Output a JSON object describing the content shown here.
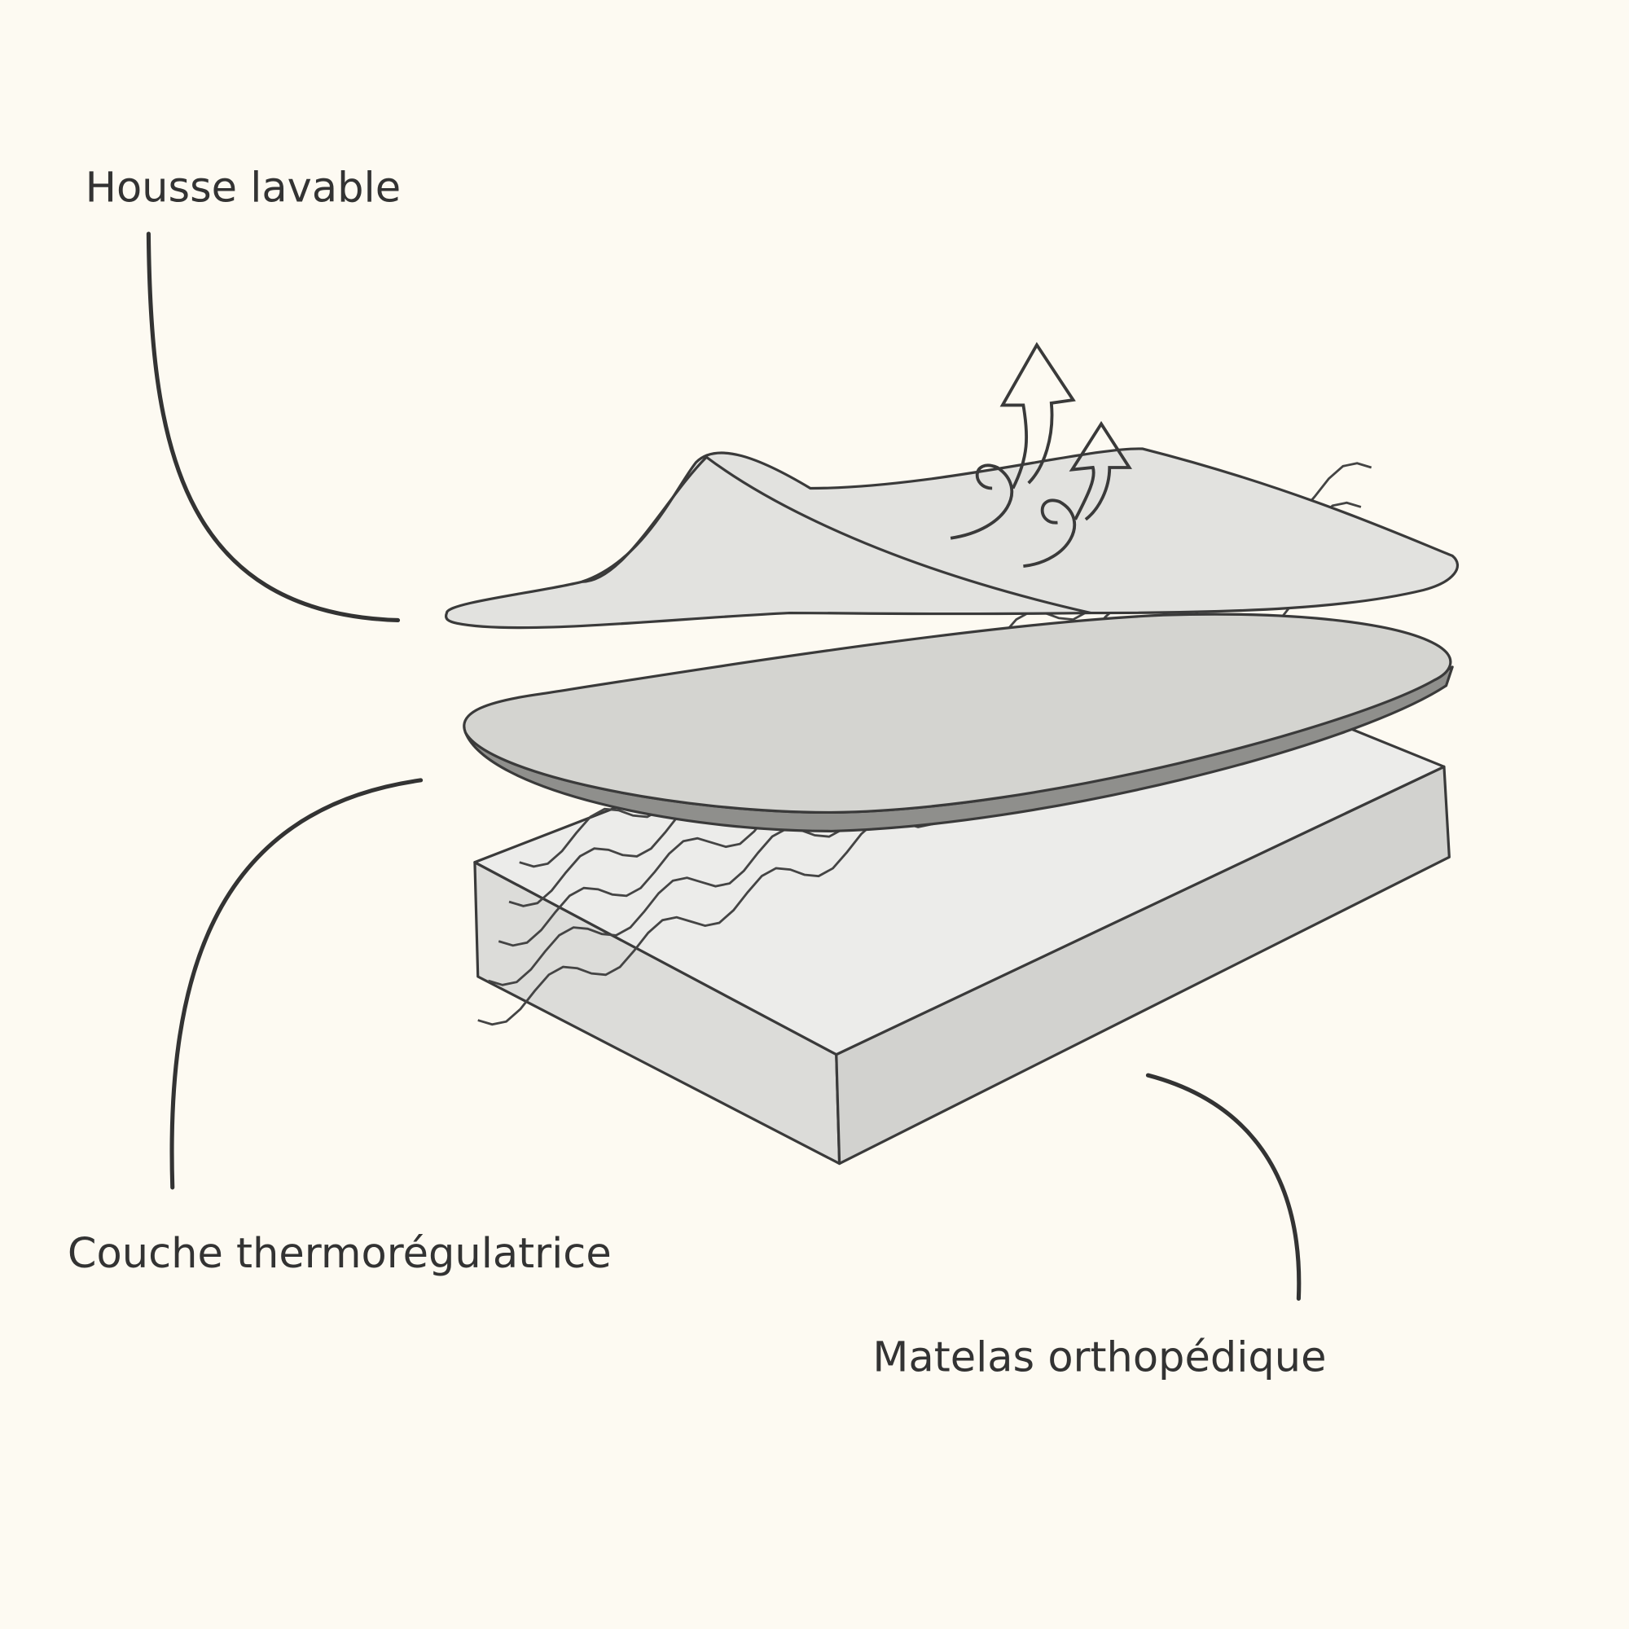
{
  "labels": {
    "cover": "Housse lavable",
    "thermo_layer": "Couche thermorégulatrice",
    "mattress": "Matelas orthopédique"
  },
  "colors": {
    "background": "#fdfaf2",
    "text": "#333333",
    "sketch_fill": "#e6e6e3"
  }
}
